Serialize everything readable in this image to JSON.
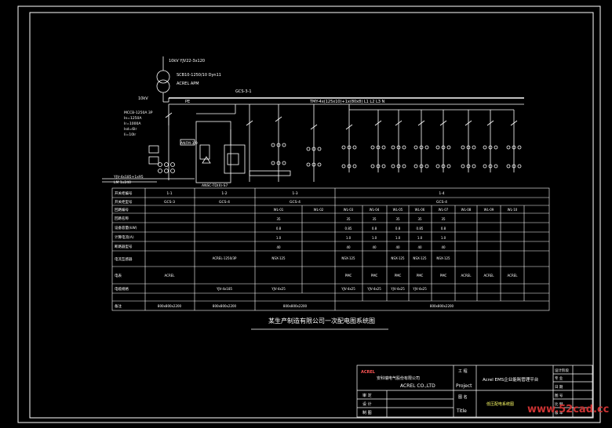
{
  "colors": {
    "background": "#000000",
    "line": "#ffffff",
    "accent_yellow": "#ffff66",
    "accent_red": "#ff3333"
  },
  "transformer": {
    "top_label": "10kV YJV22-3x120",
    "spec_label": "SCB10-1250/10 Dyn11",
    "meter_label": "ACREL APM",
    "side_label": "10kV"
  },
  "busbar": {
    "label": "TMY-4x(125x10)+1x(80x8) L1 L2 L3 N",
    "top_tag": "GCS-3-1",
    "pe_label": "PE"
  },
  "left_notes": [
    "MCCB-1250A 3P",
    "In=1250A",
    "Ir=1000A",
    "Isd=6Ir",
    "Ii=10Ir"
  ],
  "bottom_left_labels": [
    "YJV-4x185+1x95",
    "LM 1x240"
  ],
  "cabinet_box_label": "ANFM-3/0",
  "tail_label": "ANSC-TD(II)-S7",
  "column_codes": [
    "1-1",
    "1-2",
    "1-3",
    "1-4"
  ],
  "table": {
    "row_labels": [
      "开关柜编号",
      "开关柜型号",
      "回路编号",
      "回路名称",
      "设备容量(kW)",
      "计算电流(A)",
      "断路器型号",
      "电流互感器",
      "电表",
      "电缆规格",
      "备注"
    ],
    "cabinet_types": [
      "GCS-3",
      "GCS-4",
      "GCS-4",
      "GCS-4"
    ],
    "circuit_ids": [
      "WL-01",
      "WL-02",
      "WL-03",
      "WL-04",
      "WL-05",
      "WL-06",
      "WL-07",
      "WL-08",
      "WL-09",
      "WL-10"
    ],
    "row_a": [
      "35",
      "35",
      "35",
      "35",
      "35",
      "35"
    ],
    "row_b": [
      "0.8",
      "0.85",
      "0.8",
      "0.8",
      "0.85",
      "0.8"
    ],
    "row_c": [
      "1.0",
      "1.0",
      "1.0",
      "1.0",
      "1.0",
      "1.0"
    ],
    "row_d": [
      "40",
      "40",
      "40",
      "40",
      "40",
      "40"
    ],
    "breaker_models": [
      "ACREL-1250/3P",
      "NSX-125",
      "NSX-125",
      "NSX-125",
      "NSX-125",
      "NSX-125"
    ],
    "meter_row": [
      "ACREL",
      "PMC",
      "PMC",
      "PMC",
      "PMC",
      "PMC",
      "ACREL",
      "ACREL",
      "ACREL"
    ],
    "cable_row": [
      "YJV-4x185",
      "YJV-4x25",
      "YJV-4x25",
      "YJV-4x25",
      "YJV-4x25",
      "YJV-4x25"
    ],
    "remark_row": [
      "800x800x2200",
      "800x800x2200",
      "800x800x2200",
      "800x800x2200"
    ]
  },
  "drawing_title": "某生产制造有限公司一次配电图系统图",
  "title_block": {
    "logo_mark": "ACREL",
    "company_cn": "安科瑞电气股份有限公司",
    "company_en": "ACREL CO.,LTD",
    "project_label_cn": "工 程",
    "project_label_en": "Project",
    "project_name": "Acrel EMS企业能耗管理平台",
    "title_label_cn": "图 名",
    "title_label_en": "Title",
    "title_name": "低压配电系统图",
    "left_rows": [
      "审 定",
      "设 计",
      "制 图"
    ],
    "right_rows": [
      "设计阶段",
      "专 业",
      "日 期",
      "图 号",
      "比 例",
      "版 本"
    ]
  },
  "watermark": "www.52cad.cc"
}
